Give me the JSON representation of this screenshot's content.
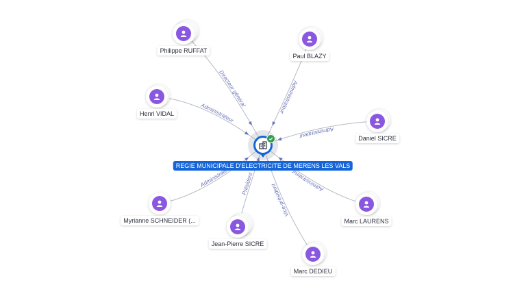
{
  "company": {
    "name": "REGIE MUNICIPALE D'ELECTRICITE DE MERENS LES VALS",
    "icon": "building-icon",
    "status_icon": "check-icon",
    "accent_color": "#1565d8",
    "status_color": "#2f9e50"
  },
  "person_color": "#8a57e0",
  "people": [
    {
      "id": "philippe-ruffat",
      "name": "Philippe RUFFAT",
      "role": "Directeur général",
      "stacked": 3
    },
    {
      "id": "paul-blazy",
      "name": "Paul BLAZY",
      "role": "Administrateur",
      "stacked": 2
    },
    {
      "id": "henri-vidal",
      "name": "Henri VIDAL",
      "role": "Administrateur",
      "stacked": 2
    },
    {
      "id": "daniel-sicre",
      "name": "Daniel SICRE",
      "role": "Administrateur",
      "stacked": 2
    },
    {
      "id": "myrianne-schneider",
      "name": "Myrianne SCHNEIDER (...",
      "role": "Administrateur",
      "stacked": 1
    },
    {
      "id": "marc-laurens",
      "name": "Marc LAURENS",
      "role": "Administrateur",
      "stacked": 2
    },
    {
      "id": "jean-pierre-sicre",
      "name": "Jean-Pierre SICRE",
      "role": "Président",
      "stacked": 3
    },
    {
      "id": "marc-dedieu",
      "name": "Marc DEDIEU",
      "role": "Vice-président",
      "stacked": 2
    }
  ]
}
